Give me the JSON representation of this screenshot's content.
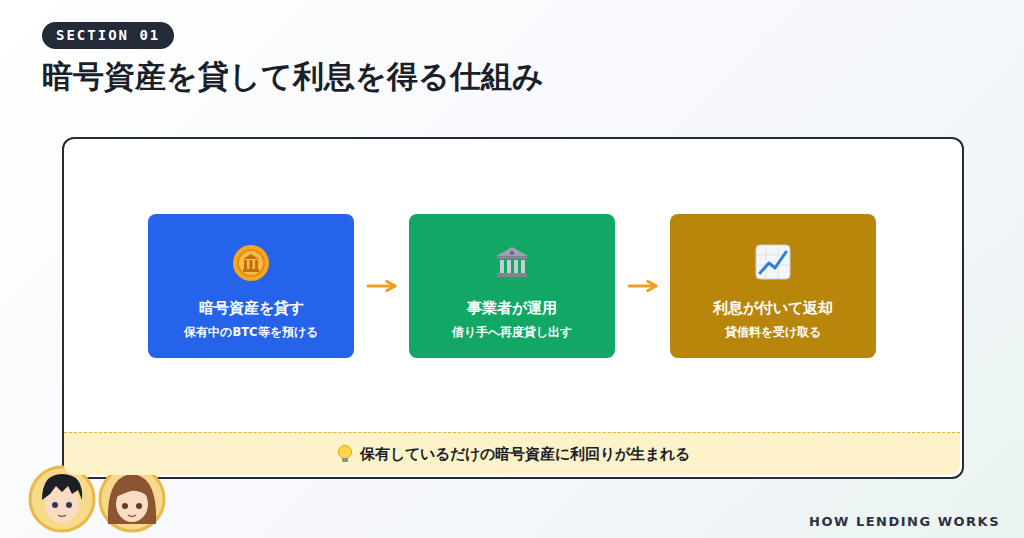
{
  "diagram": {
    "title": "暗号資産を貸して利息を得る仕組み",
    "nodes": [
      {
        "text": [
          "暗号資産を貸す",
          "保有中のBTC等を預ける"
        ]
      },
      {
        "text": [
          "事業者が運用",
          "借り手へ再度貸し出す"
        ]
      },
      {
        "text": [
          "利息が付いて返却",
          "貸借料を受け取る"
        ]
      },
      {
        "text": [
          "保有しているだけの暗号資産に利回りが生まれる"
        ]
      }
    ],
    "edges": [
      {
        "from": 0,
        "to": 1,
        "arrow": "to"
      },
      {
        "from": 1,
        "to": 2,
        "arrow": "to"
      }
    ],
    "labels": [
      "SECTION 01",
      "HOW LENDING WORKS"
    ]
  }
}
